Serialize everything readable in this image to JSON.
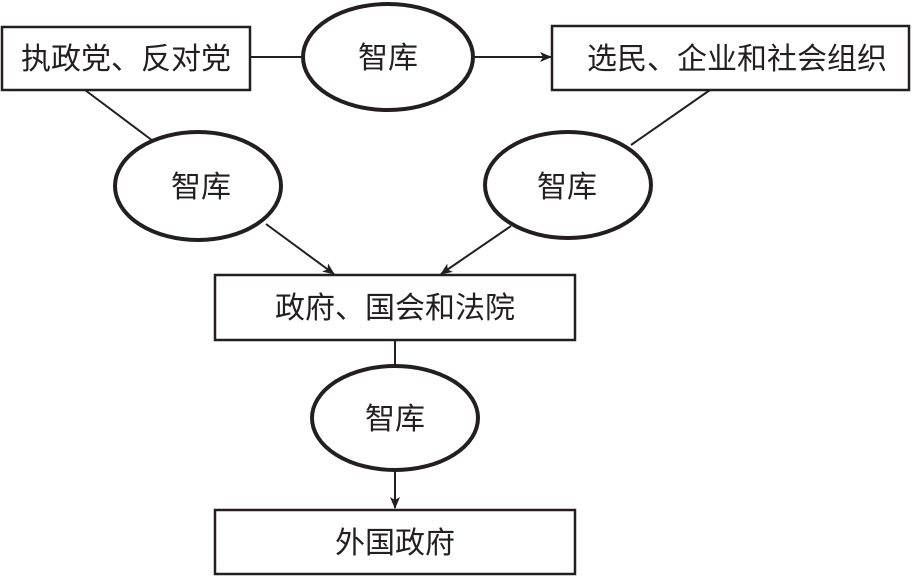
{
  "diagram": {
    "nodes": {
      "parties": {
        "label": "执政党、反对党",
        "shape": "rectangle"
      },
      "think_tank_top": {
        "label": "智库",
        "shape": "ellipse"
      },
      "voters": {
        "label": "选民、企业和社会组织",
        "shape": "rectangle"
      },
      "think_tank_left": {
        "label": "智库",
        "shape": "ellipse"
      },
      "think_tank_right": {
        "label": "智库",
        "shape": "ellipse"
      },
      "government": {
        "label": "政府、国会和法院",
        "shape": "rectangle"
      },
      "think_tank_bottom": {
        "label": "智库",
        "shape": "ellipse"
      },
      "foreign_government": {
        "label": "外国政府",
        "shape": "rectangle"
      }
    },
    "edges": [
      {
        "from": "parties",
        "to": "think_tank_top",
        "arrow": false
      },
      {
        "from": "think_tank_top",
        "to": "voters",
        "arrow": true
      },
      {
        "from": "parties",
        "to": "think_tank_left",
        "arrow": false
      },
      {
        "from": "think_tank_left",
        "to": "government",
        "arrow": true
      },
      {
        "from": "voters",
        "to": "think_tank_right",
        "arrow": false
      },
      {
        "from": "think_tank_right",
        "to": "government",
        "arrow": true
      },
      {
        "from": "government",
        "to": "think_tank_bottom",
        "arrow": false
      },
      {
        "from": "think_tank_bottom",
        "to": "foreign_government",
        "arrow": true
      }
    ],
    "colors": {
      "stroke": "#231f20",
      "fill": "#ffffff",
      "text": "#231f20"
    }
  }
}
